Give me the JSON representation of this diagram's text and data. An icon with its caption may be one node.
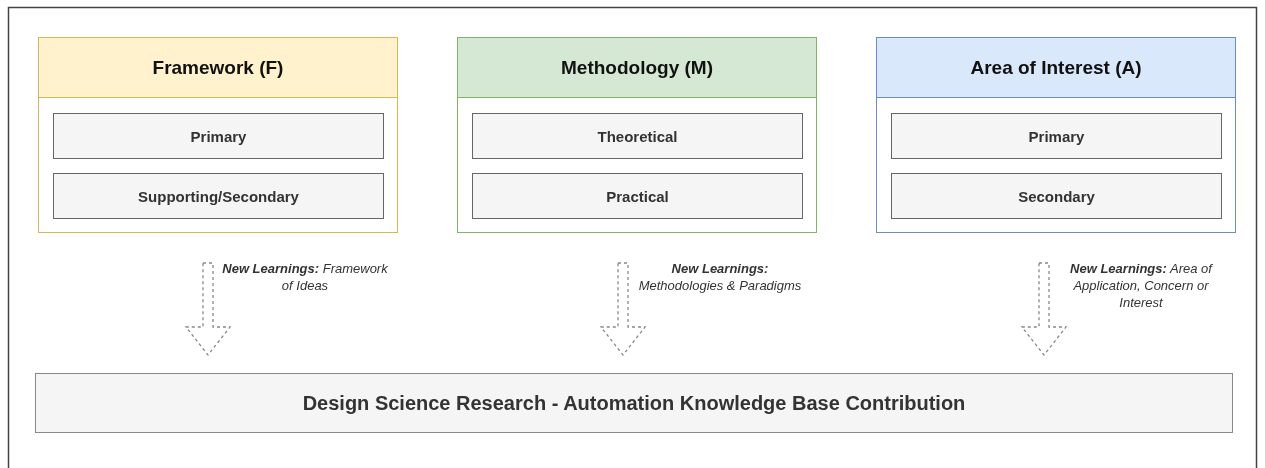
{
  "diagram": {
    "nodes": [
      {
        "text": [
          "Framework (F)"
        ]
      },
      {
        "text": [
          "Primary"
        ],
        "in": 0
      },
      {
        "text": [
          "Supporting/Secondary"
        ],
        "in": 0
      },
      {
        "text": [
          "Methodology (M)"
        ]
      },
      {
        "text": [
          "Theoretical"
        ],
        "in": 3
      },
      {
        "text": [
          "Practical"
        ],
        "in": 3
      },
      {
        "text": [
          "Area of Interest (A)"
        ]
      },
      {
        "text": [
          "Primary"
        ],
        "in": 6
      },
      {
        "text": [
          "Secondary"
        ],
        "in": 6
      },
      {
        "text": [
          "Design Science Research - Automation Knowledge Base Contribution"
        ]
      }
    ],
    "edges": [
      {
        "from": 0,
        "to": 9,
        "arrow": "to",
        "style": "dashed",
        "label": "**New Learnings:** Framework of Ideas"
      },
      {
        "from": 3,
        "to": 9,
        "arrow": "to",
        "style": "dashed",
        "label": "**New Learnings:** Methodologies & Paradigms"
      },
      {
        "from": 6,
        "to": 9,
        "arrow": "to",
        "style": "dashed",
        "label": "**New Learnings:** Area of Application, Concern or Interest"
      }
    ]
  }
}
